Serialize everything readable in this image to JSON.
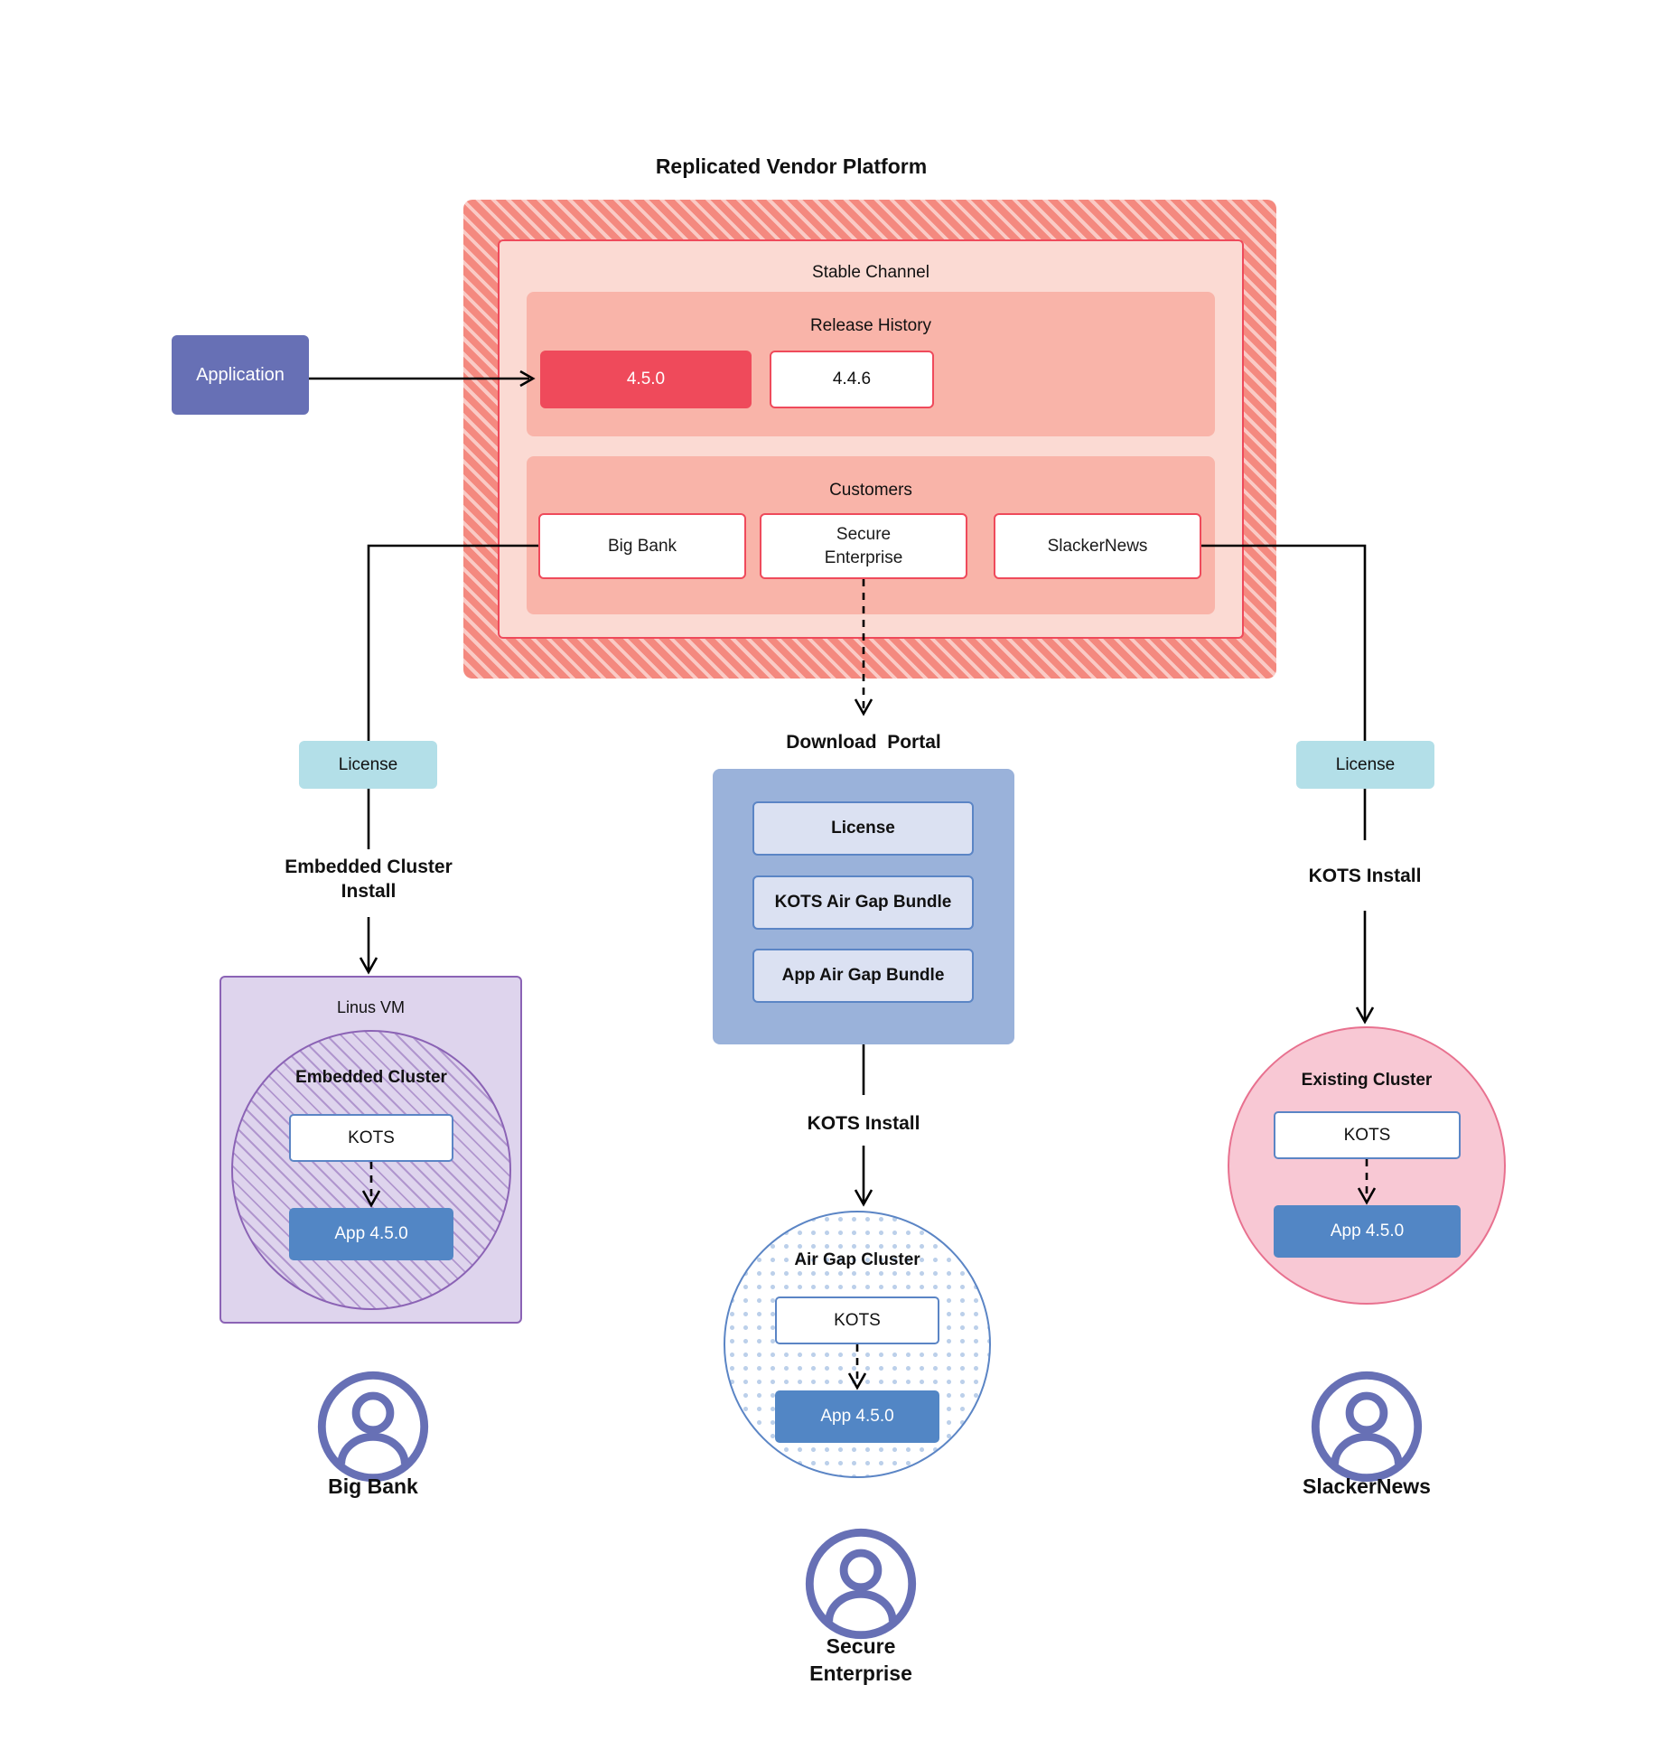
{
  "diagram": {
    "title": "Replicated Vendor Platform",
    "source_node": {
      "label": "Application"
    },
    "channel": {
      "label": "Stable Channel",
      "release_history": {
        "label": "Release History",
        "releases": [
          {
            "version": "4.5.0",
            "state": "current"
          },
          {
            "version": "4.4.6",
            "state": "previous"
          }
        ]
      },
      "customers": {
        "label": "Customers",
        "items": [
          {
            "name": "Big Bank"
          },
          {
            "name": "Secure\nEnterprise"
          },
          {
            "name": "SlackerNews"
          }
        ]
      }
    },
    "branches": {
      "left": {
        "license_label": "License",
        "install_label": "Embedded Cluster\nInstall",
        "host_label": "Linus VM",
        "cluster_label": "Embedded Cluster",
        "kots_label": "KOTS",
        "app_label": "App 4.5.0",
        "customer_label": "Big Bank"
      },
      "center": {
        "portal_title": "Download  Portal",
        "portal_items": [
          {
            "label": "License"
          },
          {
            "label": "KOTS Air Gap Bundle"
          },
          {
            "label": "App Air Gap Bundle"
          }
        ],
        "install_label": "KOTS Install",
        "cluster_label": "Air Gap Cluster",
        "kots_label": "KOTS",
        "app_label": "App 4.5.0",
        "customer_label": "Secure\nEnterprise"
      },
      "right": {
        "license_label": "License",
        "install_label": "KOTS Install",
        "cluster_label": "Existing Cluster",
        "kots_label": "KOTS",
        "app_label": "App 4.5.0",
        "customer_label": "SlackerNews"
      }
    },
    "colors": {
      "platform_hatch": "#f4897f",
      "channel_bg": "#fbdad3",
      "subpanel_bg": "#f9b4a9",
      "accent_red": "#ef4a5b",
      "application": "#6770b5",
      "license": "#b3dfe8",
      "portal": "#9ab2da",
      "portal_item": "#dbe1f2",
      "embedded_purple": "#8b63b5",
      "vm_bg": "#ded4ed",
      "airgap_blue": "#5b85c5",
      "existing_pink": "#f8c8d4",
      "app_blue": "#5286c5",
      "person": "#6770b5"
    }
  }
}
